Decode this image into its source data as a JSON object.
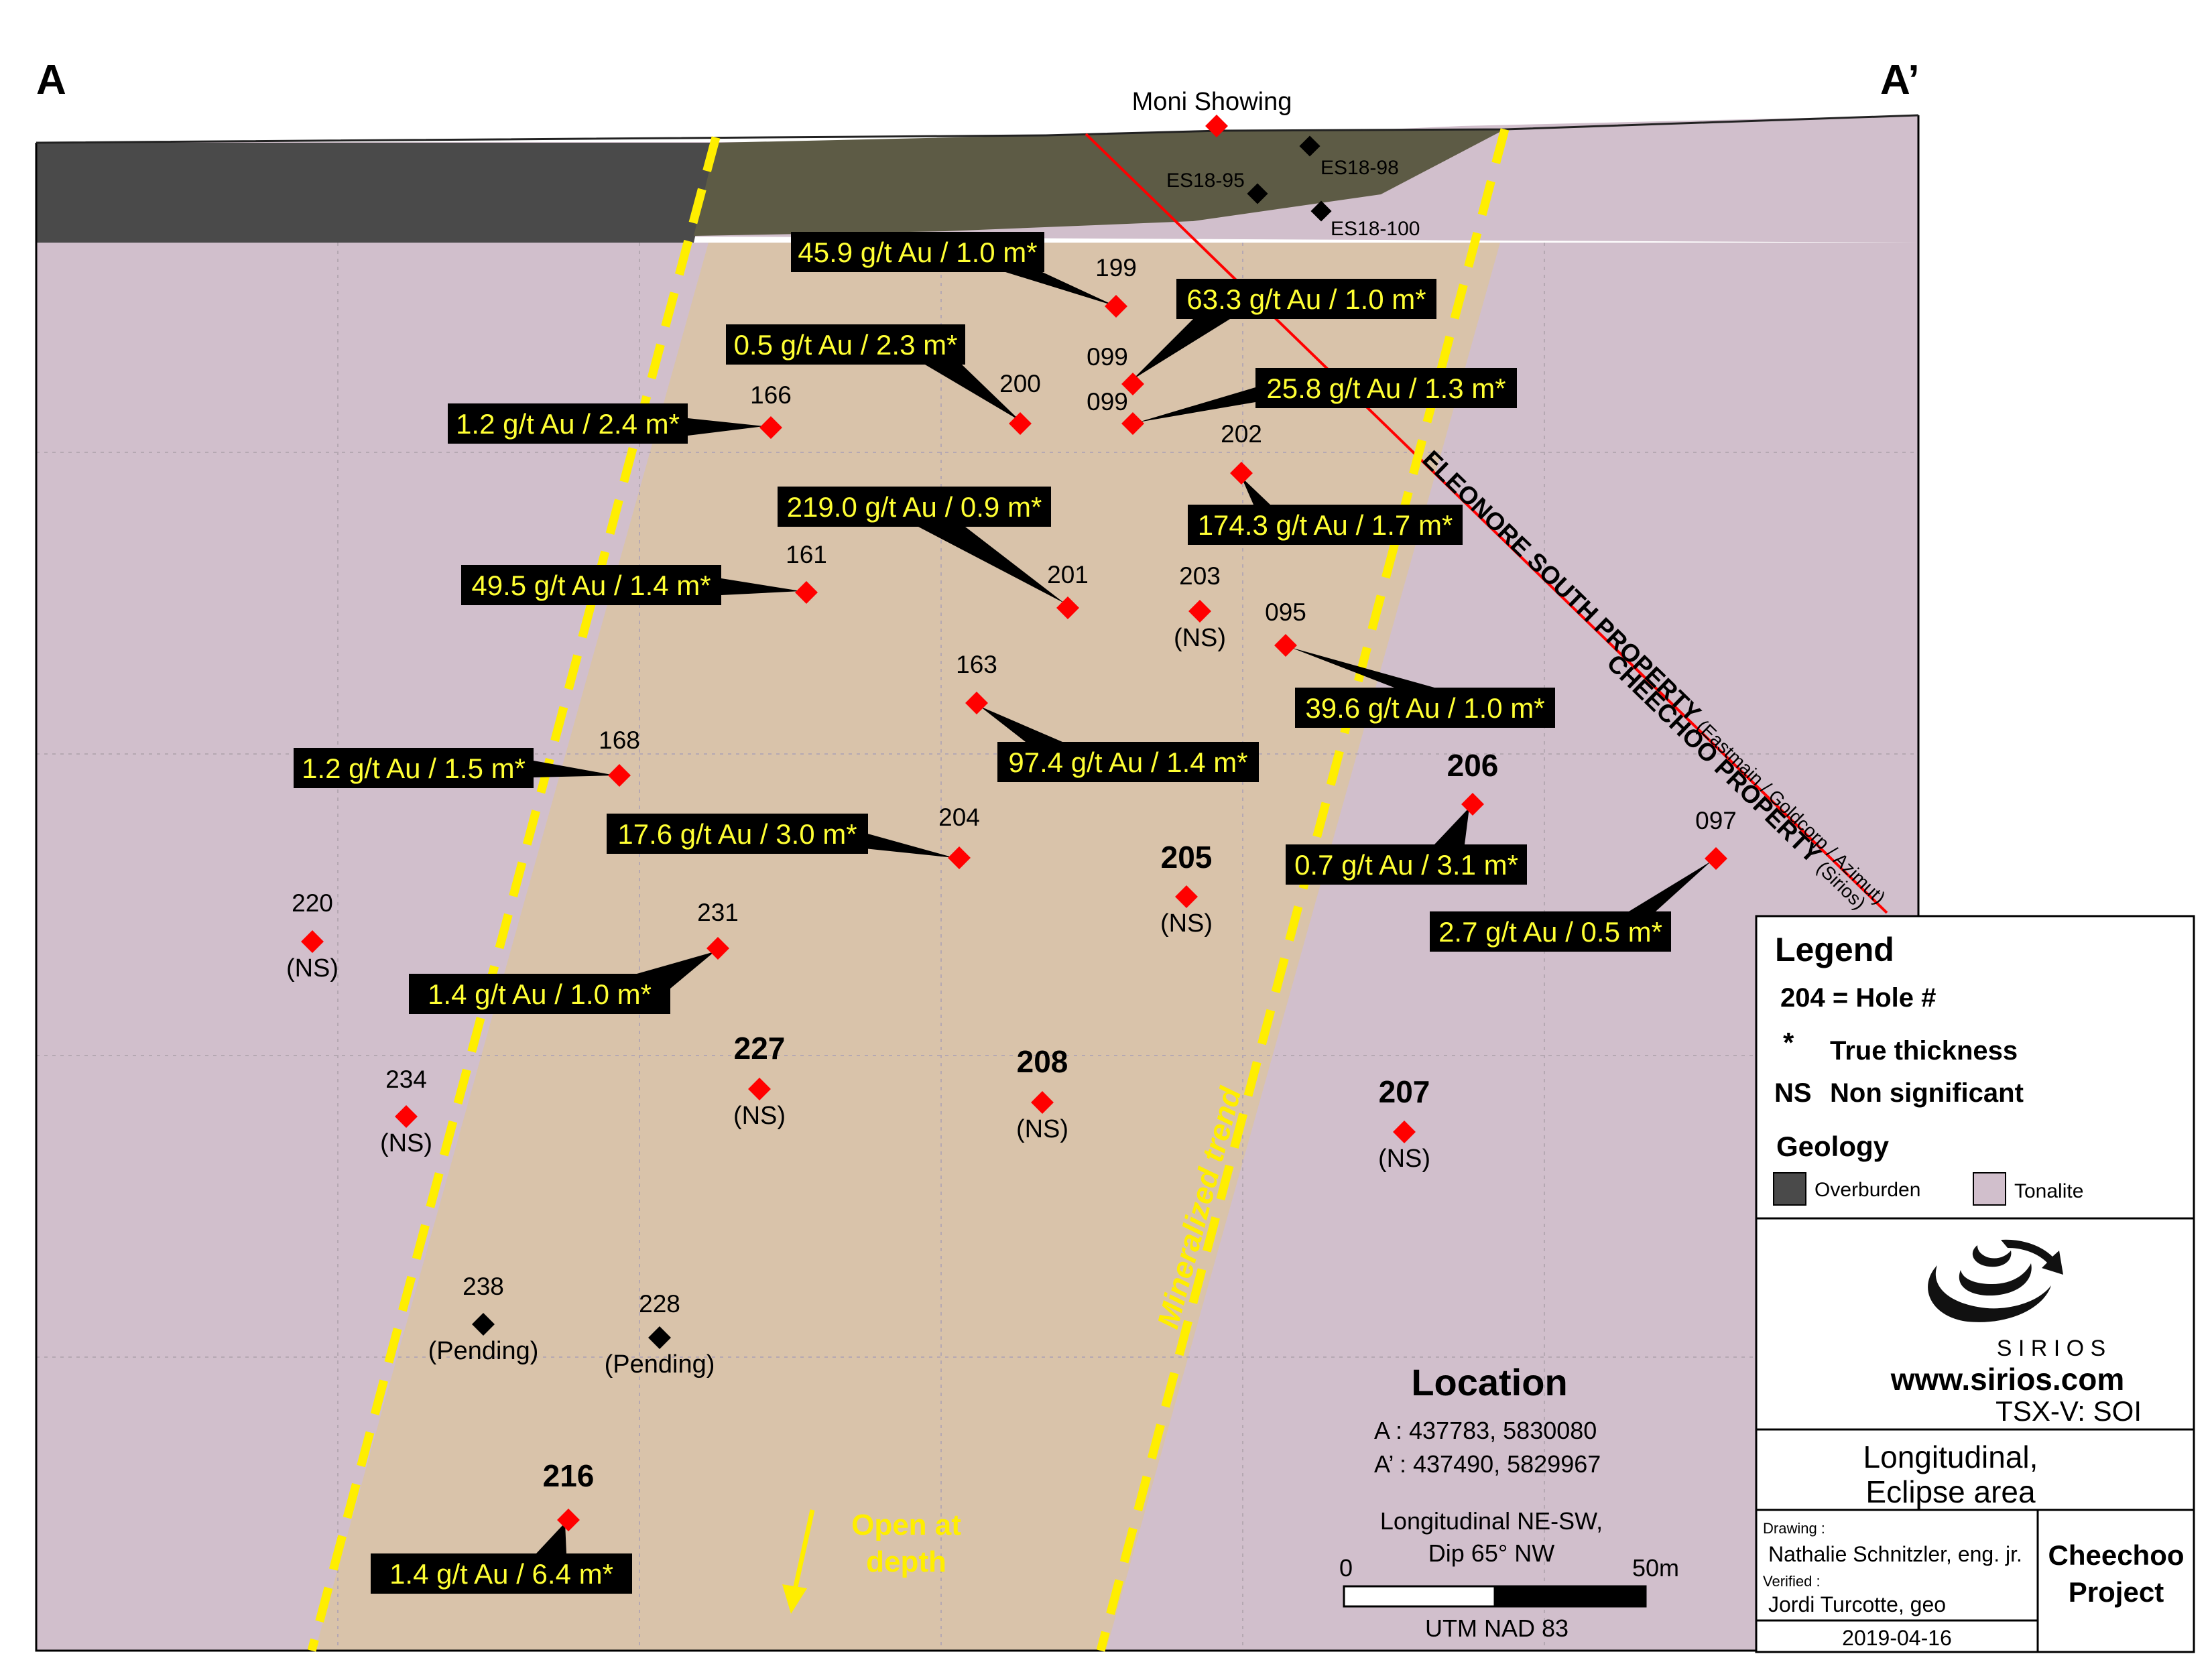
{
  "section": {
    "label_a": "A",
    "label_a_prime": "A’",
    "showing_label": "Moni Showing",
    "trend_label": "Mineralized trend",
    "open_at_depth": "Open at depth",
    "property_line_1": "ELEONORE SOUTH PROPERTY",
    "property_line_1_sub": "(Eastmain / Goldcorp / Azimut)",
    "property_line_2": "CHEECHOO PROPERTY",
    "property_line_2_sub": "(Sirios)"
  },
  "colors": {
    "overburden": "#4a4a4a",
    "tonalite": "#d1bfcc",
    "mineralized_zone": "#d9c3aa",
    "trend_line": "#ffee00",
    "hole_marker": "#ff0000",
    "pending_marker": "#000000",
    "intercept_box": "#000000",
    "intercept_text": "#ffff33",
    "property_line": "#ff0000"
  },
  "holes": [
    {
      "id": "199"
    },
    {
      "id": "099"
    },
    {
      "id": "099"
    },
    {
      "id": "200"
    },
    {
      "id": "166"
    },
    {
      "id": "202"
    },
    {
      "id": "161"
    },
    {
      "id": "201"
    },
    {
      "id": "203",
      "note": "(NS)"
    },
    {
      "id": "095"
    },
    {
      "id": "163"
    },
    {
      "id": "168"
    },
    {
      "id": "204"
    },
    {
      "id": "206"
    },
    {
      "id": "205",
      "note": "(NS)"
    },
    {
      "id": "097"
    },
    {
      "id": "220",
      "note": "(NS)"
    },
    {
      "id": "231"
    },
    {
      "id": "227",
      "note": "(NS)"
    },
    {
      "id": "208",
      "note": "(NS)"
    },
    {
      "id": "207",
      "note": "(NS)"
    },
    {
      "id": "234",
      "note": "(NS)"
    },
    {
      "id": "238",
      "note": "(Pending)"
    },
    {
      "id": "228",
      "note": "(Pending)"
    },
    {
      "id": "216"
    }
  ],
  "surface_holes": [
    "ES18-98",
    "ES18-95",
    "ES18-100"
  ],
  "intercepts": [
    "45.9 g/t Au  / 1.0 m*",
    "63.3 g/t Au  / 1.0 m*",
    "0.5 g/t Au  / 2.3 m*",
    "25.8 g/t Au  / 1.3 m*",
    "1.2 g/t Au  / 2.4 m*",
    "219.0 g/t Au  / 0.9 m*",
    "174.3 g/t Au  / 1.7 m*",
    "49.5 g/t Au  / 1.4 m*",
    "39.6 g/t Au  / 1.0 m*",
    "97.4 g/t Au  / 1.4 m*",
    "1.2 g/t Au  / 1.5 m*",
    "17.6 g/t Au  / 3.0 m*",
    "0.7 g/t Au  / 3.1 m*",
    "2.7 g/t Au  / 0.5 m*",
    "1.4 g/t Au  / 1.0 m*",
    "1.4 g/t Au  / 6.4 m*"
  ],
  "location": {
    "title": "Location",
    "a_coords": "A : 437783, 5830080",
    "a_prime_coords": "A’ : 437490, 5829967",
    "section_desc_1": "Longitudinal NE-SW,",
    "section_desc_2": "Dip 65° NW",
    "scale_min": "0",
    "scale_max": "50m",
    "datum": "UTM NAD 83"
  },
  "legend": {
    "title": "Legend",
    "hole_key": "204 = Hole #",
    "star_symbol": "*",
    "star_desc": "True thickness",
    "ns_symbol": "NS",
    "ns_desc": "Non significant",
    "geology_title": "Geology",
    "overburden": "Overburden",
    "tonalite": "Tonalite"
  },
  "title_block": {
    "company": "S I R I O S",
    "website": "www.sirios.com",
    "ticker": "TSX-V: SOI",
    "title_line_1": "Longitudinal,",
    "title_line_2": "Eclipse area",
    "drawing_label": "Drawing :",
    "drawn_by": "Nathalie Schnitzler, eng. jr.",
    "verified_label": "Verified :",
    "verified_by": "Jordi Turcotte, geo",
    "date": "2019-04-16",
    "project_line_1": "Cheechoo",
    "project_line_2": "Project"
  }
}
